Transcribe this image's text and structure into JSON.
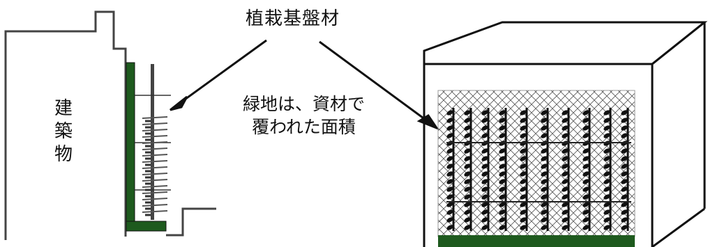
{
  "labels": {
    "material": "植栽基盤材",
    "note_line1": "緑地は、資材で",
    "note_line2": "覆われた面積",
    "building_chars": [
      "建",
      "築",
      "物"
    ]
  },
  "colors": {
    "green": "#1e5a1e",
    "line": "#111111",
    "wall": "#444444"
  },
  "icons": {
    "vine": "climbing-vine-icon"
  }
}
